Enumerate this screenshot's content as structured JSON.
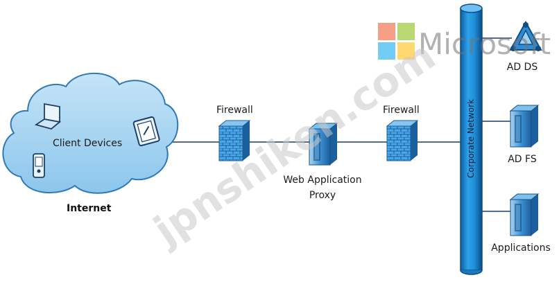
{
  "diagram": {
    "cloud": {
      "label": "Client Devices",
      "caption": "Internet"
    },
    "firewall_left": {
      "label": "Firewall"
    },
    "proxy": {
      "label_line1": "Web Application",
      "label_line2": "Proxy"
    },
    "firewall_right": {
      "label": "Firewall"
    },
    "network": {
      "label": "Corporate Network"
    },
    "servers": {
      "ad_ds": "AD DS",
      "ad_fs": "AD FS",
      "applications": "Applications"
    }
  },
  "watermark": {
    "brand": "Microsoft",
    "site": "jpnshiken.com"
  },
  "colors": {
    "cloud_fill": "#9fd0ef",
    "cloud_stroke": "#2f79b8",
    "pipe_fill": "#1f8fd8",
    "pipe_stroke": "#0f4f86",
    "connector": "#1a3a6a",
    "firewall": "#2a8bd0",
    "server": "#2a79c4"
  },
  "icons": [
    "laptop-icon",
    "tablet-icon",
    "phone-icon",
    "firewall-icon",
    "server-icon",
    "triangle-network-icon"
  ]
}
